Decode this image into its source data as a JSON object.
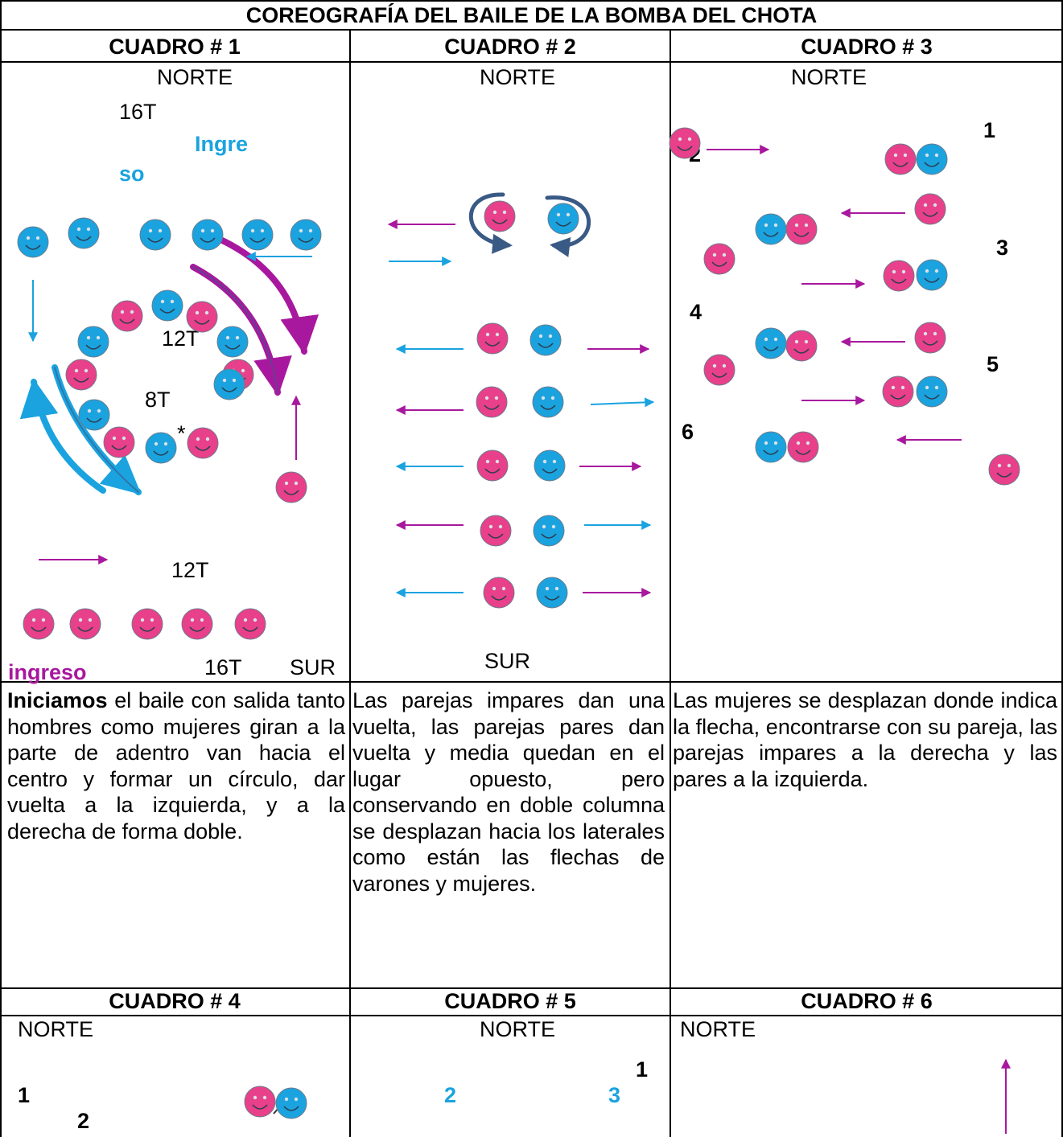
{
  "title": "COREOGRAFÍA DEL BAILE DE LA BOMBA DEL CHOTA",
  "colors": {
    "man": "#1aa3df",
    "woman": "#e8408a",
    "arrow_purple": "#a8189e",
    "arrow_dark": "#3a5a86"
  },
  "cuadros": [
    {
      "label": "CUADRO # 1"
    },
    {
      "label": "CUADRO # 2"
    },
    {
      "label": "CUADRO # 3"
    },
    {
      "label": "CUADRO # 4"
    },
    {
      "label": "CUADRO # 5"
    },
    {
      "label": "CUADRO # 6"
    }
  ],
  "norte": "NORTE",
  "sur": "SUR",
  "c1": {
    "t16_top": "16T",
    "ingreso_top_a": "Ingre",
    "ingreso_top_b": "so",
    "t12_inner": "12T",
    "t8": "8T",
    "star": "*",
    "t12_bottom": "12T",
    "ingreso_bottom": "ingreso",
    "t16_bottom": "16T"
  },
  "c3": {
    "n1": "1",
    "n2": "2",
    "n3": "3",
    "n4": "4",
    "n5": "5",
    "n6": "6"
  },
  "c4": {
    "n1": "1",
    "n2": "2"
  },
  "c5": {
    "n1": "1",
    "n2": "2",
    "n3": "3"
  },
  "desc1": {
    "lead": "Iniciamos",
    "rest": " el baile con salida tanto hombres como mujeres giran a la parte de adentro van hacia el centro y formar un círculo, dar vuelta a la izquierda, y a la derecha de forma doble."
  },
  "desc2": "Las parejas impares dan una vuelta, las parejas pares dan vuelta y media quedan en el lugar opuesto, pero conservando en doble columna se desplazan hacia los laterales como están las flechas de varones y mujeres.",
  "desc3": "Las mujeres se desplazan donde indica la flecha, encontrarse con su pareja, las parejas impares a la derecha y las pares a la izquierda."
}
